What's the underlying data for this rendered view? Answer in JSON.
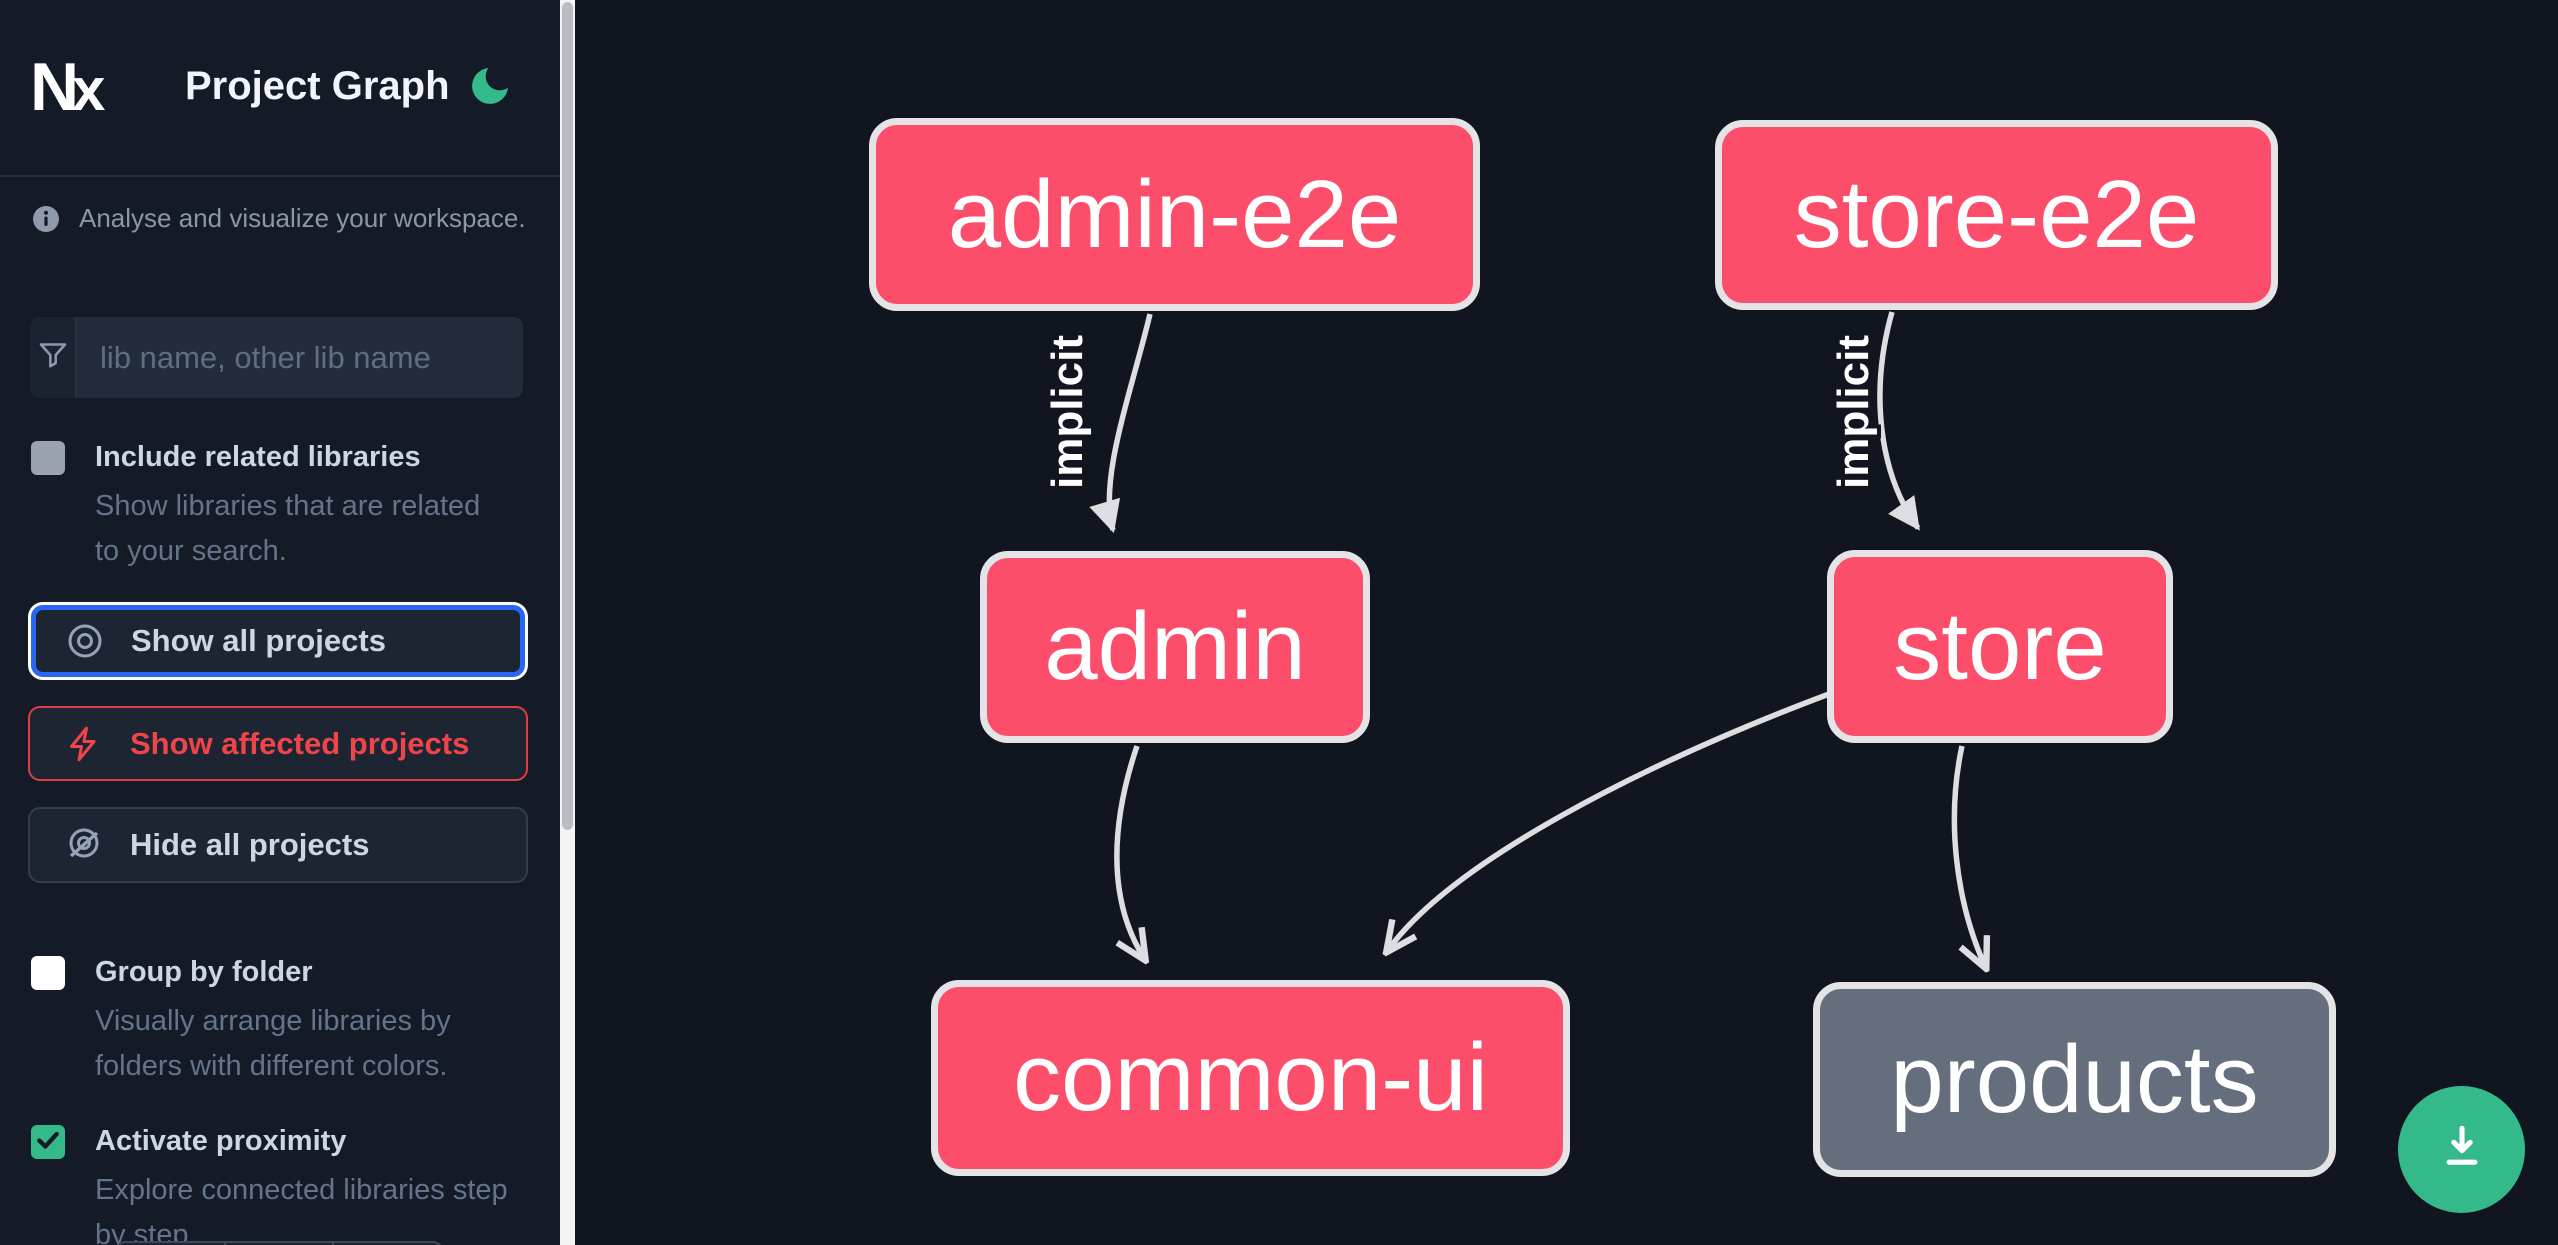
{
  "header": {
    "title": "Project Graph",
    "logo_icon": "nx-logo",
    "theme_toggle_icon": "moon-icon"
  },
  "info": {
    "icon": "info-icon",
    "text": "Analyse and visualize your workspace."
  },
  "search": {
    "icon": "filter-funnel-icon",
    "placeholder": "lib name, other lib name",
    "value": ""
  },
  "options": {
    "include_related": {
      "label": "Include related libraries",
      "description": "Show libraries that are related to your search.",
      "checked": false
    },
    "group_by_folder": {
      "label": "Group by folder",
      "description": "Visually arrange libraries by folders with different colors.",
      "checked": false
    },
    "activate_proximity": {
      "label": "Activate proximity",
      "description": "Explore connected libraries step by step.",
      "checked": true
    }
  },
  "actions": {
    "show_all": {
      "label": "Show all projects",
      "icon": "eye-icon",
      "active": true
    },
    "show_affected": {
      "label": "Show affected projects",
      "icon": "bolt-icon",
      "active": false
    },
    "hide_all": {
      "label": "Hide all projects",
      "icon": "eye-off-icon",
      "active": false
    }
  },
  "graph": {
    "nodes": [
      {
        "id": "admin-e2e",
        "label": "admin-e2e",
        "style": "affected"
      },
      {
        "id": "store-e2e",
        "label": "store-e2e",
        "style": "affected"
      },
      {
        "id": "admin",
        "label": "admin",
        "style": "affected"
      },
      {
        "id": "store",
        "label": "store",
        "style": "affected"
      },
      {
        "id": "common-ui",
        "label": "common-ui",
        "style": "affected"
      },
      {
        "id": "products",
        "label": "products",
        "style": "default"
      }
    ],
    "edges": [
      {
        "from": "admin-e2e",
        "to": "admin",
        "label": "implicit"
      },
      {
        "from": "store-e2e",
        "to": "store",
        "label": "implicit"
      },
      {
        "from": "admin",
        "to": "common-ui",
        "label": ""
      },
      {
        "from": "store",
        "to": "common-ui",
        "label": ""
      },
      {
        "from": "store",
        "to": "products",
        "label": ""
      }
    ]
  },
  "fab": {
    "icon": "download-icon"
  },
  "colors": {
    "affected_node": "#fc4d6b",
    "default_node": "#646e7d",
    "edge": "#dcdee1",
    "accent_green": "#34b98b",
    "accent_blue": "#2767f4",
    "accent_red": "#ef4449"
  }
}
